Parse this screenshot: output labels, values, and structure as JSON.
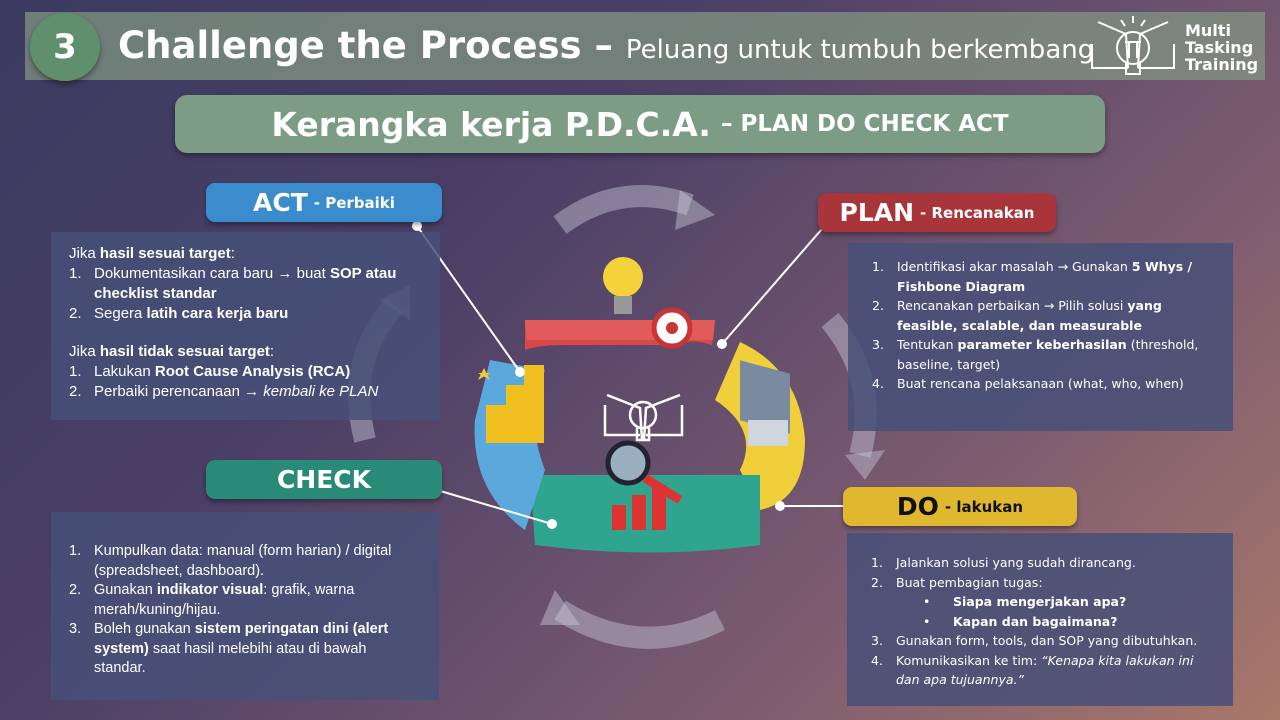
{
  "header": {
    "number": "3",
    "title": "Challenge the Process –",
    "subtitle": "Peluang untuk tumbuh berkembang",
    "logo": {
      "line1": "Multi",
      "line2": "Tasking",
      "line3": "Training"
    }
  },
  "banner": {
    "main": "Kerangka kerja P.D.C.A.",
    "sub": "– PLAN DO CHECK ACT"
  },
  "colors": {
    "act": "#3a8ccc",
    "plan": "#a8353a",
    "check": "#2a8a78",
    "do": "#e0b830"
  },
  "act": {
    "label": "ACT",
    "sub": "- Perbaiki",
    "items": [
      {
        "type": "p",
        "parts": [
          {
            "t": "Jika "
          },
          {
            "t": "hasil sesuai target",
            "b": 1
          },
          {
            "t": ":"
          }
        ]
      },
      {
        "type": "n",
        "n": "1.",
        "parts": [
          {
            "t": "Dokumentasikan cara baru → buat "
          },
          {
            "t": "SOP atau checklist standar",
            "b": 1
          }
        ]
      },
      {
        "type": "n",
        "n": "2.",
        "parts": [
          {
            "t": "Segera "
          },
          {
            "t": "latih cara kerja baru",
            "b": 1
          }
        ]
      },
      {
        "type": "gap"
      },
      {
        "type": "p",
        "parts": [
          {
            "t": "Jika "
          },
          {
            "t": "hasil tidak sesuai target",
            "b": 1
          },
          {
            "t": ":"
          }
        ]
      },
      {
        "type": "n",
        "n": "1.",
        "parts": [
          {
            "t": "Lakukan "
          },
          {
            "t": "Root Cause Analysis (RCA)",
            "b": 1
          }
        ]
      },
      {
        "type": "n",
        "n": "2.",
        "parts": [
          {
            "t": "Perbaiki perencanaan → "
          },
          {
            "t": "kembali ke PLAN",
            "i": 1
          }
        ]
      }
    ]
  },
  "plan": {
    "label": "PLAN",
    "sub": "- Rencanakan",
    "items": [
      {
        "type": "n",
        "n": "1.",
        "parts": [
          {
            "t": "Identifikasi akar masalah → Gunakan "
          },
          {
            "t": "5 Whys / Fishbone Diagram",
            "b": 1
          }
        ]
      },
      {
        "type": "n",
        "n": "2.",
        "parts": [
          {
            "t": "Rencanakan perbaikan → Pilih solusi "
          },
          {
            "t": "yang feasible, scalable, dan measurable",
            "b": 1
          }
        ]
      },
      {
        "type": "n",
        "n": "3.",
        "parts": [
          {
            "t": "Tentukan "
          },
          {
            "t": "parameter keberhasilan",
            "b": 1
          },
          {
            "t": " (threshold, baseline, target)"
          }
        ]
      },
      {
        "type": "n",
        "n": "4.",
        "parts": [
          {
            "t": "Buat rencana pelaksanaan (what, who, when)"
          }
        ]
      }
    ]
  },
  "check": {
    "label": "CHECK",
    "items": [
      {
        "type": "n",
        "n": "1.",
        "parts": [
          {
            "t": "Kumpulkan data: manual (form harian) / digital (spreadsheet, dashboard)."
          }
        ]
      },
      {
        "type": "n",
        "n": "2.",
        "parts": [
          {
            "t": "Gunakan "
          },
          {
            "t": "indikator visual",
            "b": 1
          },
          {
            "t": ": grafik, warna merah/kuning/hijau."
          }
        ]
      },
      {
        "type": "n",
        "n": "3.",
        "parts": [
          {
            "t": "Boleh gunakan "
          },
          {
            "t": "sistem peringatan dini (alert system)",
            "b": 1
          },
          {
            "t": " saat hasil melebihi atau di bawah standar."
          }
        ]
      }
    ]
  },
  "do": {
    "label": "DO",
    "sub": "- lakukan",
    "items": [
      {
        "type": "n",
        "n": "1.",
        "parts": [
          {
            "t": "Jalankan solusi yang sudah dirancang."
          }
        ]
      },
      {
        "type": "n",
        "n": "2.",
        "parts": [
          {
            "t": "Buat pembagian tugas:"
          }
        ]
      },
      {
        "type": "b",
        "n": "•",
        "parts": [
          {
            "t": "Siapa mengerjakan apa?",
            "b": 1
          }
        ]
      },
      {
        "type": "b",
        "n": "•",
        "parts": [
          {
            "t": "Kapan dan bagaimana?",
            "b": 1
          }
        ]
      },
      {
        "type": "n",
        "n": "3.",
        "parts": [
          {
            "t": "Gunakan form, tools, dan SOP yang dibutuhkan."
          }
        ]
      },
      {
        "type": "n",
        "n": "4.",
        "parts": [
          {
            "t": "Komunikasikan ke tim: "
          },
          {
            "t": "“Kenapa kita lakukan ini dan apa tujuannya.”",
            "i": 1
          }
        ]
      }
    ]
  }
}
